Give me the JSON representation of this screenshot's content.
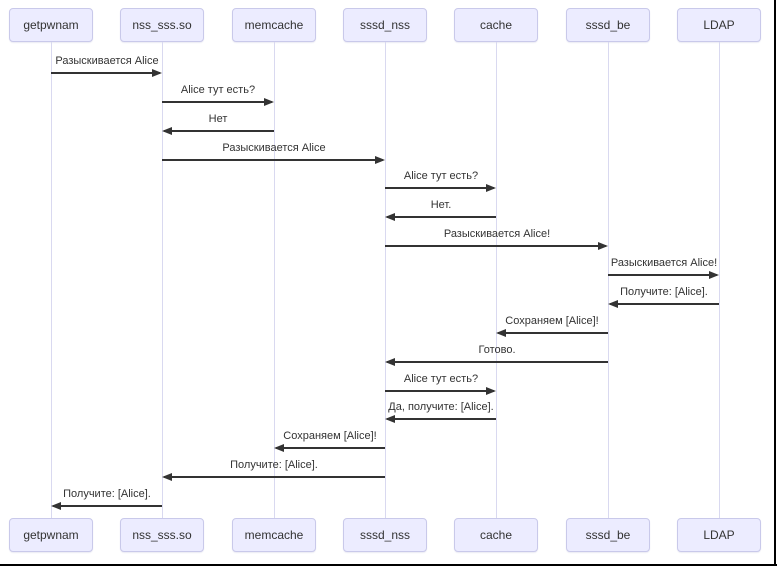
{
  "diagram": {
    "type": "sequence-diagram",
    "actors": [
      {
        "id": "getpwnam",
        "label": "getpwnam"
      },
      {
        "id": "nss-sss-so",
        "label": "nss_sss.so"
      },
      {
        "id": "memcache",
        "label": "memcache"
      },
      {
        "id": "sssd-nss",
        "label": "sssd_nss"
      },
      {
        "id": "cache",
        "label": "cache"
      },
      {
        "id": "sssd-be",
        "label": "sssd_be"
      },
      {
        "id": "ldap",
        "label": "LDAP"
      }
    ],
    "messages": [
      {
        "from": 0,
        "to": 1,
        "text": "Разыскивается Alice"
      },
      {
        "from": 1,
        "to": 2,
        "text": "Alice тут есть?"
      },
      {
        "from": 2,
        "to": 1,
        "text": "Нет"
      },
      {
        "from": 1,
        "to": 3,
        "text": "Разыскивается Alice"
      },
      {
        "from": 3,
        "to": 4,
        "text": "Alice тут есть?"
      },
      {
        "from": 4,
        "to": 3,
        "text": "Нет."
      },
      {
        "from": 3,
        "to": 5,
        "text": "Разыскивается Alice!"
      },
      {
        "from": 5,
        "to": 6,
        "text": "Разыскивается Alice!"
      },
      {
        "from": 6,
        "to": 5,
        "text": "Получите: [Alice]."
      },
      {
        "from": 5,
        "to": 4,
        "text": "Сохраняем [Alice]!"
      },
      {
        "from": 5,
        "to": 3,
        "text": "Готово."
      },
      {
        "from": 3,
        "to": 4,
        "text": "Alice тут есть?"
      },
      {
        "from": 4,
        "to": 3,
        "text": "Да, получите: [Alice]."
      },
      {
        "from": 3,
        "to": 2,
        "text": "Сохраняем [Alice]!"
      },
      {
        "from": 3,
        "to": 1,
        "text": "Получите: [Alice]."
      },
      {
        "from": 1,
        "to": 0,
        "text": "Получите: [Alice]."
      }
    ],
    "colors": {
      "actor_fill": "#ececff",
      "actor_border": "#c9c9ea",
      "lifeline": "#d9d9f0",
      "arrow": "#333333",
      "text": "#333333",
      "frame": "#000000"
    }
  }
}
